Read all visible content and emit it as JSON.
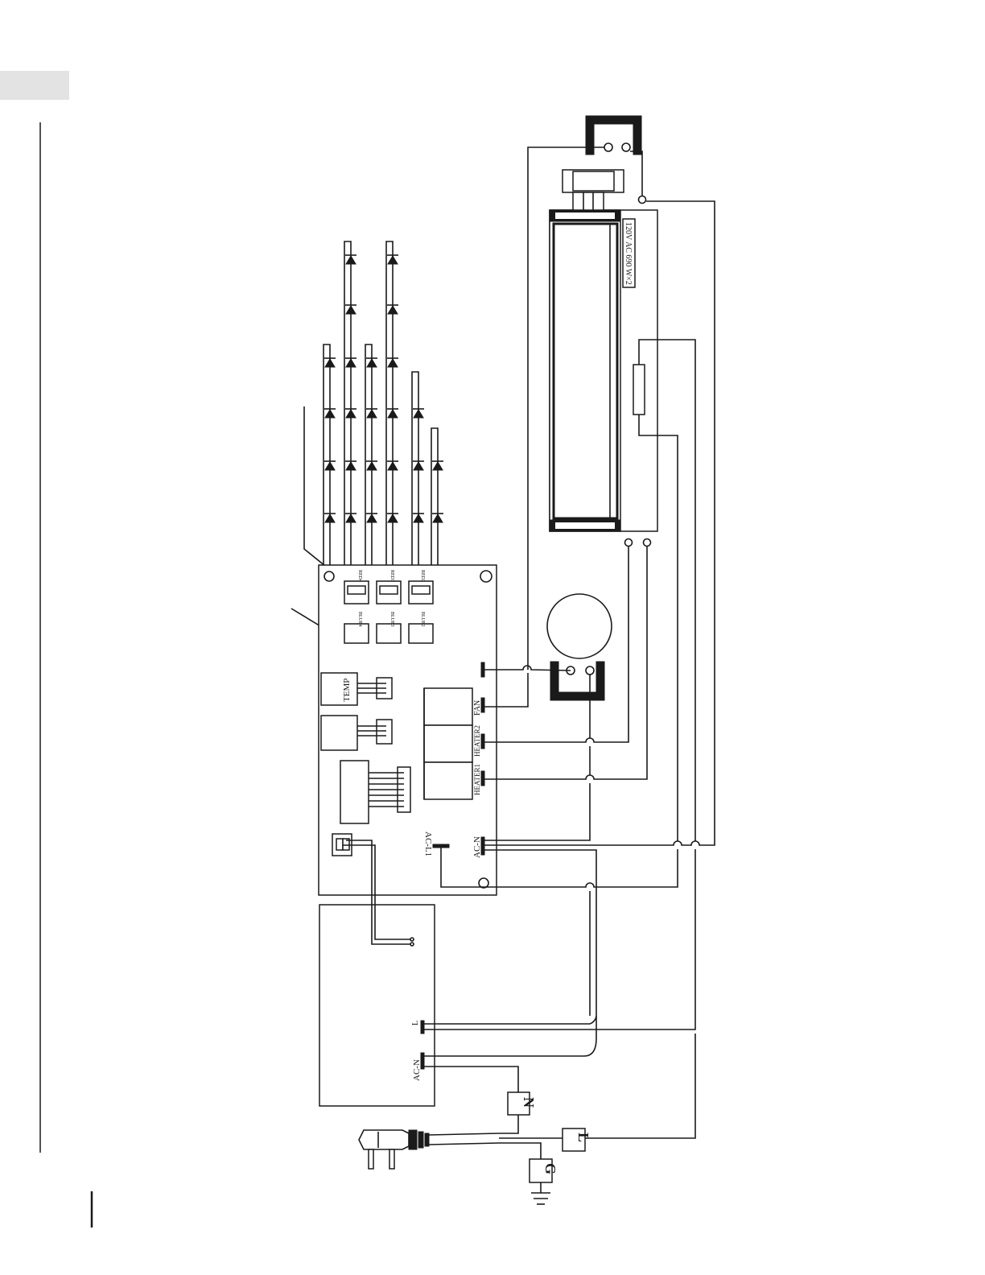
{
  "labels": {
    "temp": "TEMP",
    "fan": "FAN",
    "heater2": "HEATER2",
    "heater1": "HEATER1",
    "ac_n_board": "AC-N",
    "ac_l1": "AC-L1",
    "ac_n_psu": "AC-N",
    "psu_l": "L",
    "heater_rating": "120V AC 690 W×2",
    "terminal_n": "N",
    "terminal_l": "L",
    "terminal_g": "G",
    "con_red4": "RED4",
    "con_red3": "RED3",
    "con_red2": "RED2",
    "con_blue4": "BLUE4",
    "con_blue3": "BLUE3",
    "con_blue2": "BLUE2"
  },
  "colors": {
    "line": "#1a1a1a",
    "header_tab": "#e3e3e3"
  }
}
